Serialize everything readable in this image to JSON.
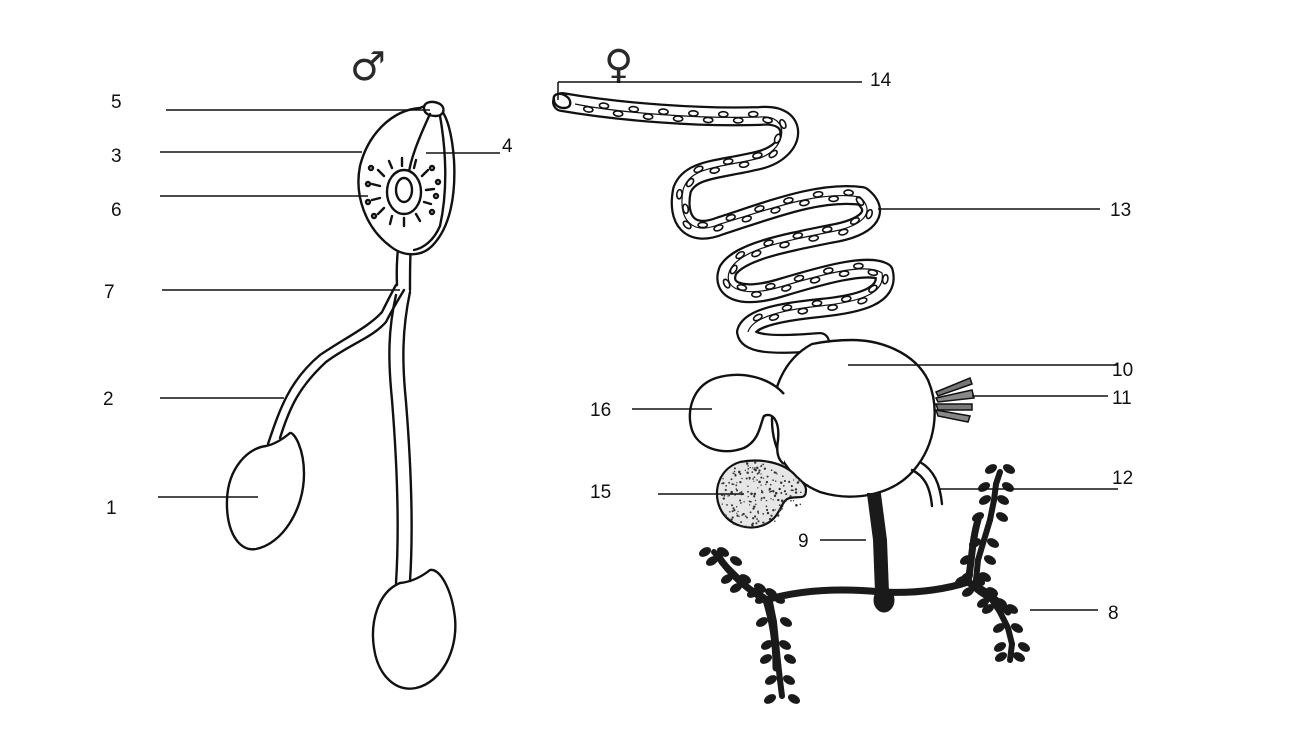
{
  "symbols": {
    "male": "♂",
    "female": "♀"
  },
  "labels": {
    "l1": "1",
    "l2": "2",
    "l3": "3",
    "l4": "4",
    "l5": "5",
    "l6": "6",
    "l7": "7",
    "l8": "8",
    "l9": "9",
    "l10": "10",
    "l11": "11",
    "l12": "12",
    "l13": "13",
    "l14": "14",
    "l15": "15",
    "l16": "16"
  },
  "colors": {
    "ink": "#111111",
    "background": "#ffffff",
    "stipple": "#333333"
  }
}
